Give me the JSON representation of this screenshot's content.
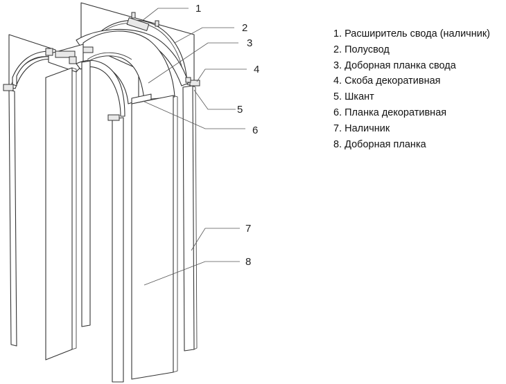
{
  "legend": [
    "1. Расширитель свода (наличник)",
    "2. Полусвод",
    "3. Доборная планка свода",
    "4. Скоба декоративная",
    "5. Шкант",
    "6. Планка декоративная",
    "7. Наличник",
    "8. Доборная планка"
  ],
  "callouts": [
    "1",
    "2",
    "3",
    "4",
    "5",
    "6",
    "7",
    "8"
  ]
}
